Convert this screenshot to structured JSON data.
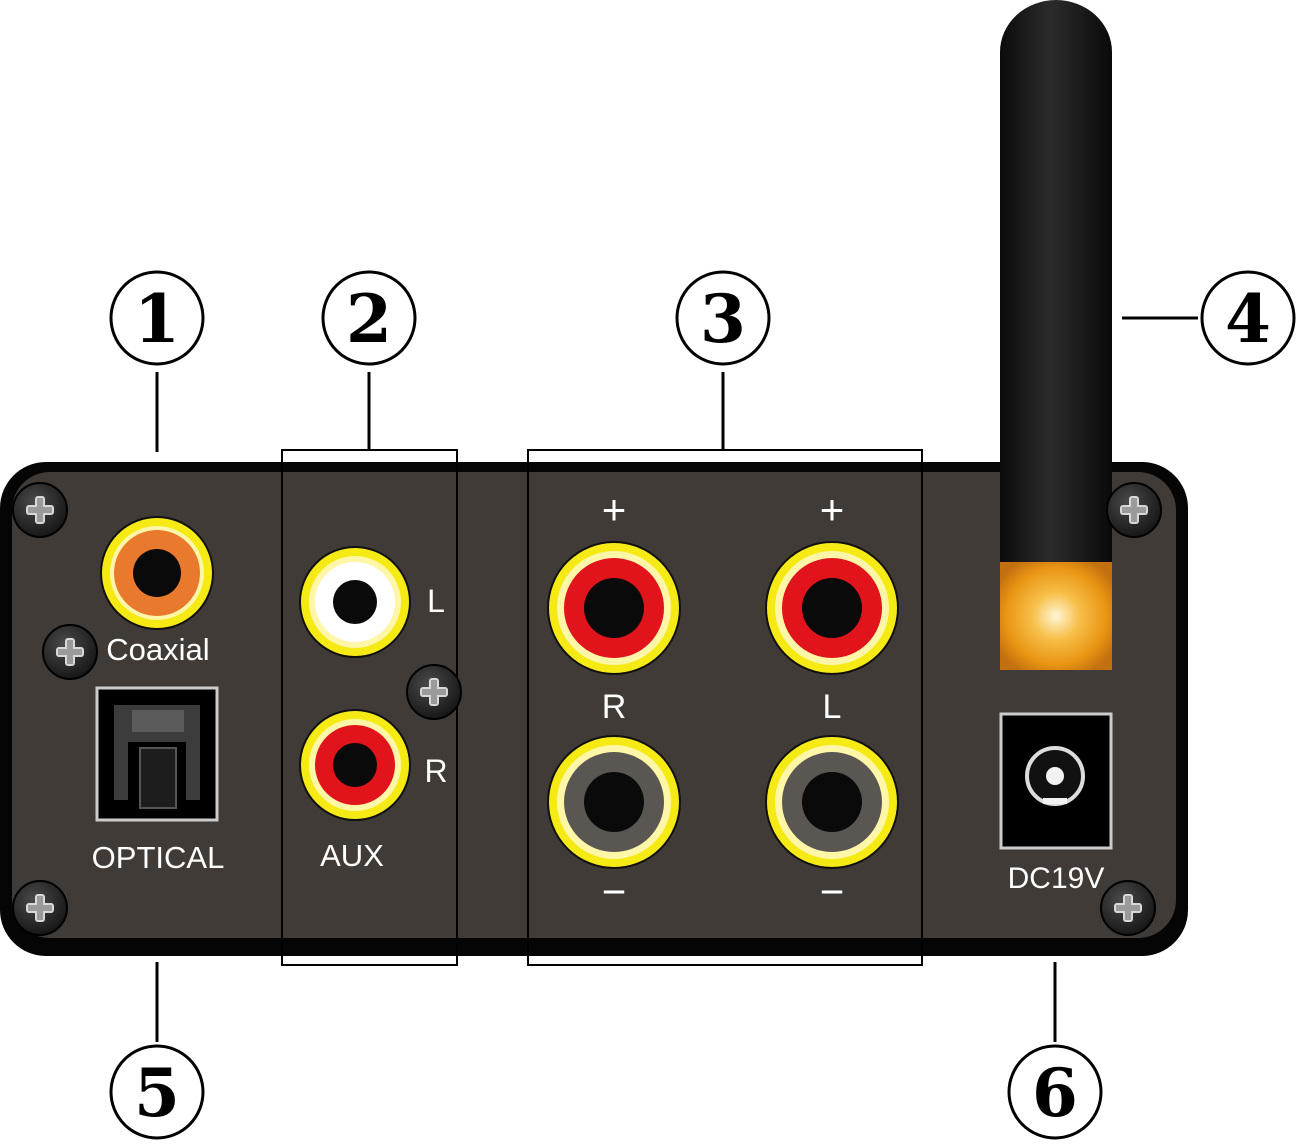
{
  "callouts": {
    "c1": "1",
    "c2": "2",
    "c3": "3",
    "c4": "4",
    "c5": "5",
    "c6": "6"
  },
  "labels": {
    "coaxial": "Coaxial",
    "optical": "OPTICAL",
    "aux": "AUX",
    "aux_left": "L",
    "aux_right": "R",
    "speaker_right": "R",
    "speaker_left": "L",
    "plus_right": "+",
    "plus_left": "+",
    "minus_right": "−",
    "minus_left": "−",
    "dc": "DC19V"
  },
  "colors": {
    "panel": "#403b37",
    "panel_border": "#050505",
    "ring_yellow": "#f6ea14",
    "coax_orange": "#e9792d",
    "rca_red": "#e1141c",
    "rca_white": "#ffffff",
    "binding_gray": "#5a5753",
    "antenna_black": "#1a1a1a",
    "antenna_gold": "#f2a31c"
  },
  "icons": {
    "screw": "phillips-screw-icon",
    "antenna": "antenna-icon",
    "optical": "toslink-port-icon",
    "dc_jack": "dc-barrel-jack-icon"
  }
}
